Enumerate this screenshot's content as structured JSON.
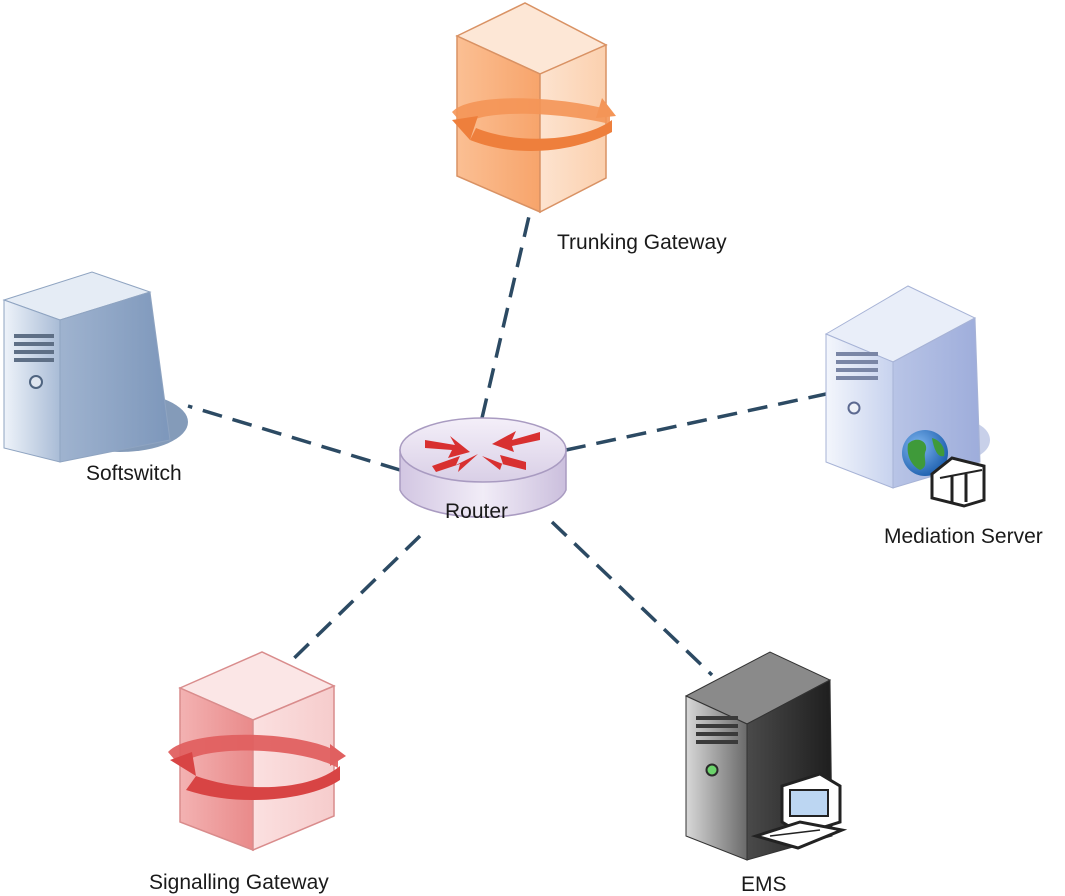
{
  "nodes": {
    "router": {
      "label": "Router"
    },
    "trunking_gateway": {
      "label": "Trunking Gateway"
    },
    "softswitch": {
      "label": "Softswitch"
    },
    "mediation_server": {
      "label": "Mediation Server"
    },
    "signalling_gateway": {
      "label": "Signalling Gateway"
    },
    "ems": {
      "label": "EMS"
    }
  },
  "links": [
    {
      "from": "router",
      "to": "trunking_gateway",
      "style": "dashed"
    },
    {
      "from": "router",
      "to": "softswitch",
      "style": "dashed"
    },
    {
      "from": "router",
      "to": "mediation_server",
      "style": "dashed"
    },
    {
      "from": "router",
      "to": "signalling_gateway",
      "style": "dashed"
    },
    {
      "from": "router",
      "to": "ems",
      "style": "dashed"
    }
  ],
  "colors": {
    "link": "#2c4a63",
    "trunking_gateway": "#f5a36c",
    "signalling_gateway": "#e98a8a",
    "router": "#d9cfe6",
    "softswitch": "#a9bcd6",
    "mediation_server": "#c7d2ee",
    "ems": "#5a5a5a"
  },
  "icons": {
    "router": "router-icon",
    "trunking_gateway": "gateway-cube-icon",
    "signalling_gateway": "gateway-cube-icon",
    "softswitch": "server-tower-icon",
    "mediation_server": "server-tower-icon",
    "ems": "server-tower-icon"
  }
}
